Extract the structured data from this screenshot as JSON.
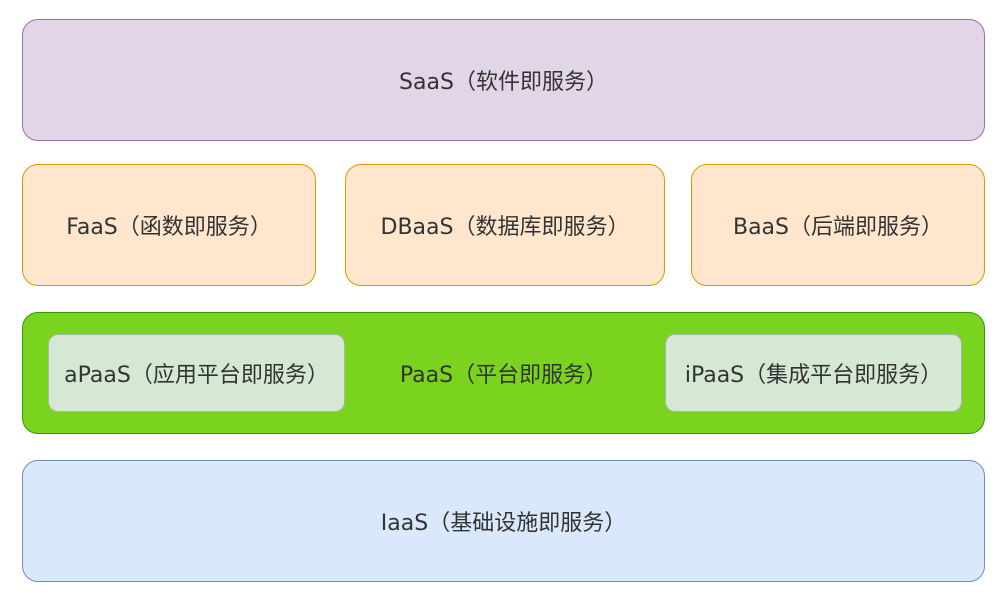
{
  "layers": {
    "saas": "SaaS（软件即服务）",
    "faas": "FaaS（函数即服务）",
    "dbaas": "DBaaS（数据库即服务）",
    "baas": "BaaS（后端即服务）",
    "paas": "PaaS（平台即服务）",
    "apaas": "aPaaS（应用平台即服务）",
    "ipaas": "iPaaS（集成平台即服务）",
    "iaas": "IaaS（基础设施即服务）"
  },
  "colors": {
    "saas_fill": "#e1d5e7",
    "faas_fill": "#ffe6cc",
    "paas_fill": "#7ad31e",
    "apaas_fill": "#d5e8d4",
    "iaas_fill": "#dae8fc"
  }
}
